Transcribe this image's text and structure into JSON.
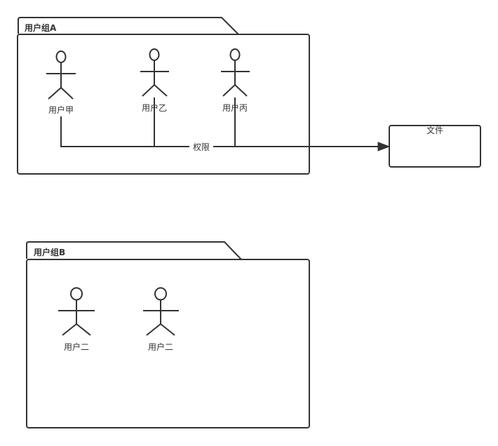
{
  "groups": [
    {
      "title": "用户组A",
      "actors": [
        {
          "label": "用户甲"
        },
        {
          "label": "用户乙"
        },
        {
          "label": "用户丙"
        }
      ]
    },
    {
      "title": "用户组B",
      "actors": [
        {
          "label": "用户二"
        },
        {
          "label": "用户二"
        }
      ]
    }
  ],
  "file_box": {
    "label": "文件"
  },
  "edge": {
    "label": "权限"
  }
}
